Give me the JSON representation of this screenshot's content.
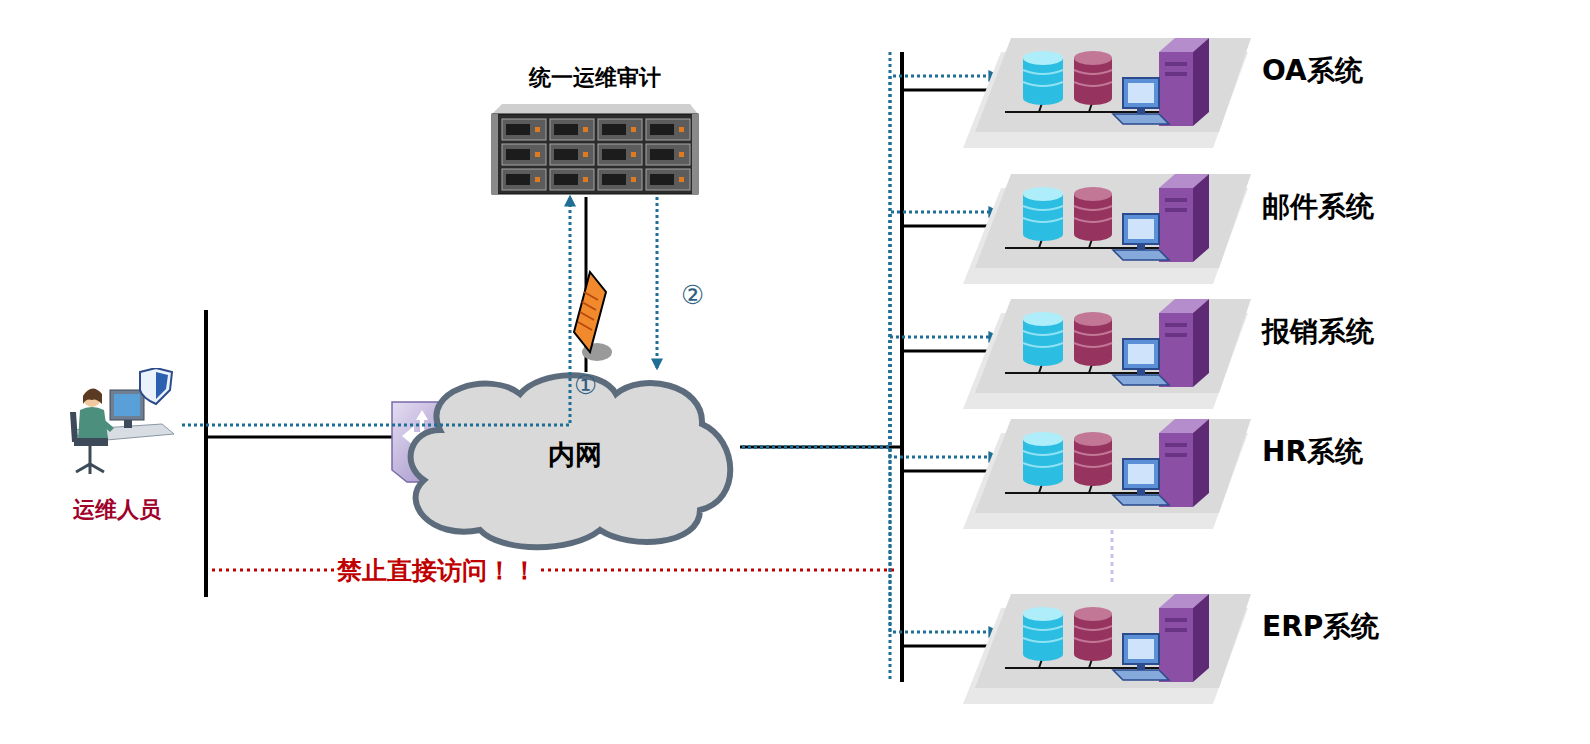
{
  "diagram": {
    "nodes": [
      {
        "text": [
          "统一运维审计"
        ]
      },
      {
        "text": [
          "运维人员"
        ]
      },
      {
        "text": [
          "内网"
        ]
      },
      {
        "text": [
          "OA系统"
        ]
      },
      {
        "text": [
          "邮件系统"
        ]
      },
      {
        "text": [
          "报销系统"
        ]
      },
      {
        "text": [
          "HR系统"
        ]
      },
      {
        "text": [
          "ERP系统"
        ]
      }
    ],
    "edges": [
      {
        "from": 1,
        "to": 0,
        "arrow": "to"
      },
      {
        "from": 0,
        "to": 2,
        "arrow": "to"
      },
      {
        "from": 2,
        "to": 3,
        "arrow": "to"
      },
      {
        "from": 2,
        "to": 4,
        "arrow": "to"
      },
      {
        "from": 2,
        "to": 5,
        "arrow": "to"
      },
      {
        "from": 2,
        "to": 6,
        "arrow": "to"
      },
      {
        "from": 2,
        "to": 7,
        "arrow": "to"
      }
    ],
    "labels": [
      "①",
      "②",
      "禁止直接访问！！"
    ]
  }
}
